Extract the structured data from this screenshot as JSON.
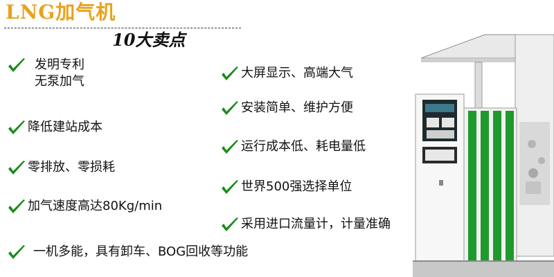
{
  "header": {
    "title": "LNG加气机",
    "subtitle": "10大卖点"
  },
  "colors": {
    "title": "#e8a21c",
    "check": "#1a8a1a",
    "panel_green": "#1e9a2c",
    "panel_white": "#f2f2f2"
  },
  "features": [
    {
      "id": "patent",
      "lines": [
        "发明专利",
        "无泵加气"
      ]
    },
    {
      "id": "cost",
      "lines": [
        "降低建站成本"
      ]
    },
    {
      "id": "emission",
      "lines": [
        "零排放、零损耗"
      ]
    },
    {
      "id": "speed",
      "lines": [
        "加气速度高达80Kg/min"
      ]
    },
    {
      "id": "multi",
      "lines": [
        "一机多能，具有卸车、BOG回收等功能"
      ]
    },
    {
      "id": "screen",
      "lines": [
        "大屏显示、高端大气"
      ]
    },
    {
      "id": "install",
      "lines": [
        "安装简单、维护方便"
      ]
    },
    {
      "id": "running",
      "lines": [
        "运行成本低、耗电量低"
      ]
    },
    {
      "id": "fortune",
      "lines": [
        "世界500强选择单位"
      ]
    },
    {
      "id": "flow",
      "lines": [
        "采用进口流量计，计量准确"
      ]
    }
  ],
  "machine": {
    "image": "lng-dispenser-photo"
  }
}
